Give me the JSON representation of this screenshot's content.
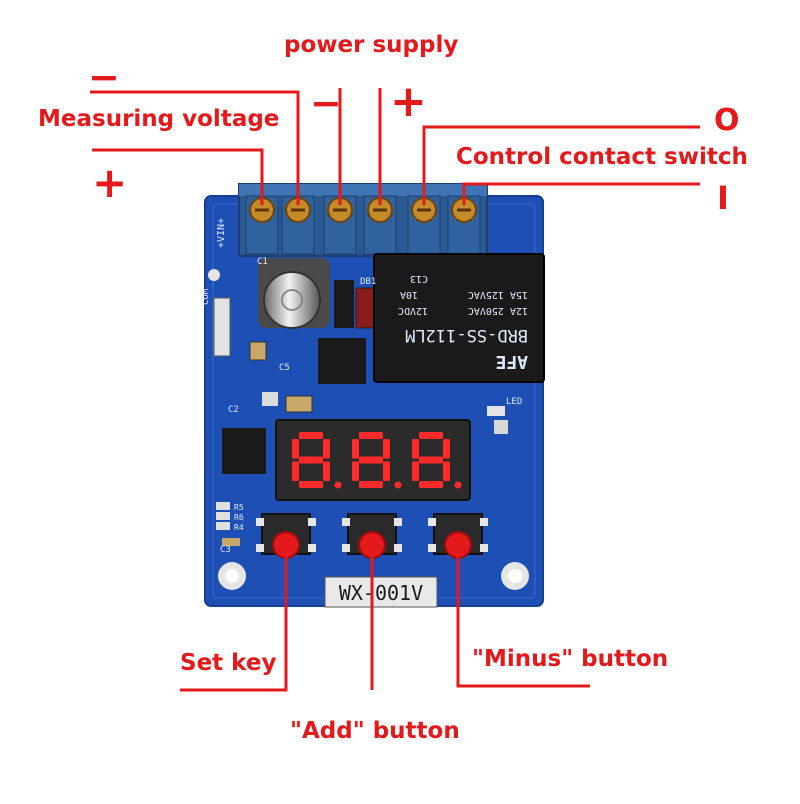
{
  "labels": {
    "power_supply": "power supply",
    "measuring_voltage": "Measuring voltage",
    "control_contact_switch": "Control contact switch",
    "set_key": "Set key",
    "add_button": "\"Add\" button",
    "minus_button": "\"Minus\" button"
  },
  "symbols": {
    "measure_minus": "−",
    "measure_plus": "+",
    "power_minus": "−",
    "power_plus": "+",
    "contact_open": "O",
    "contact_closed": "I"
  },
  "board": {
    "model": "WX-001V",
    "display": "888",
    "silkscreen": {
      "vin": "+VIN+",
      "com": "COM",
      "c1": "C1",
      "c2": "C2",
      "c3": "C3",
      "c5": "C5",
      "db1": "DB1",
      "led": "LED",
      "r4": "R4",
      "r5": "R5",
      "r6": "R6"
    },
    "relay": {
      "brand": "AFE",
      "model": "BRD-SS-112LM",
      "rating1": "12A 250VAC",
      "rating2": "15A 125VAC",
      "coil": "12VDC",
      "cert": "C13",
      "code": "10A"
    }
  },
  "colors": {
    "annotation": "#e3191b",
    "pcb": "#1d4fb5",
    "terminal": "#2b5a93",
    "display": "#2b2b2b",
    "segment": "#ff2a2a",
    "relay": "#1a1a1a"
  }
}
